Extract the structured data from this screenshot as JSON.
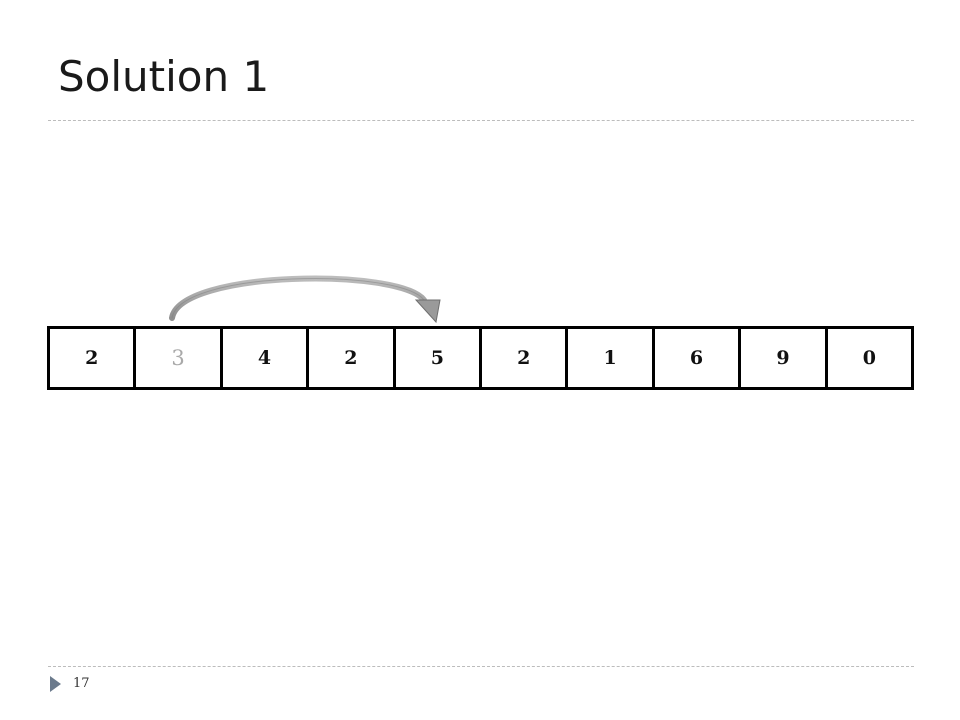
{
  "slide": {
    "title": "Solution 1",
    "page_number": "17"
  },
  "array": {
    "values": [
      "2",
      "3",
      "4",
      "2",
      "5",
      "2",
      "1",
      "6",
      "9",
      "0"
    ],
    "highlighted_index": 1
  },
  "arrow": {
    "from_index": 1,
    "to_index": 4,
    "color": "#9a9a9a"
  },
  "colors": {
    "cell_border": "#000000",
    "faded_text": "#a9a9a9",
    "footer_marker": "#6b7a8c"
  }
}
